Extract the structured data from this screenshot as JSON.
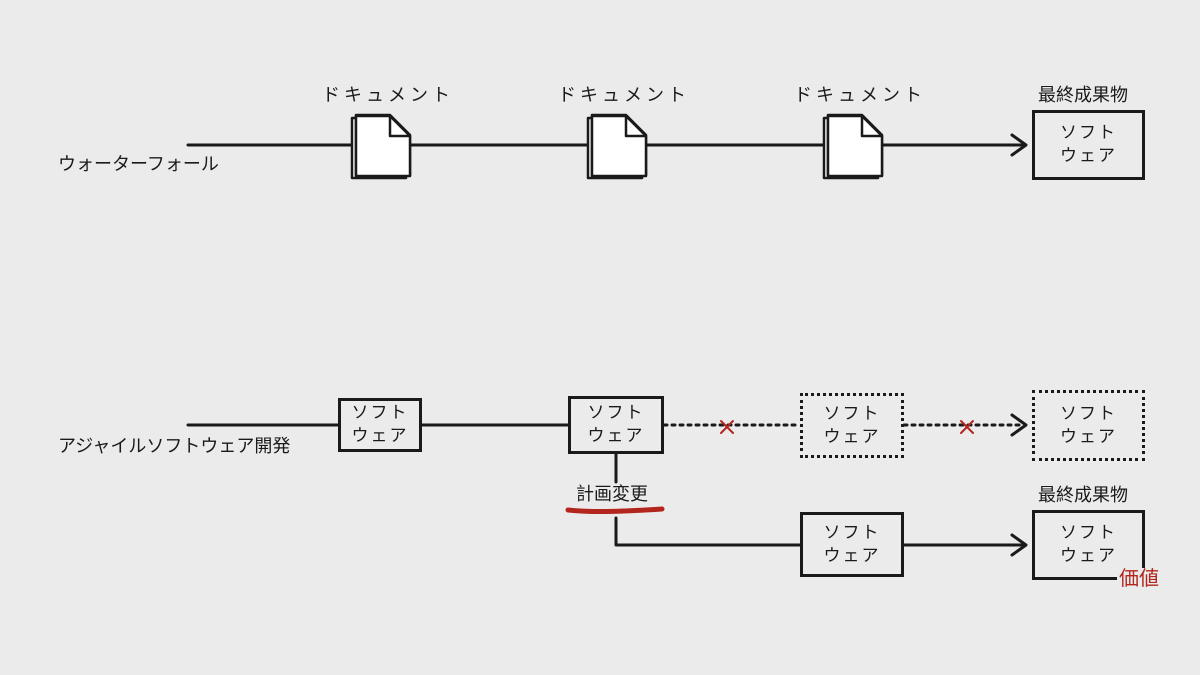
{
  "colors": {
    "background": "#ebebeb",
    "ink": "#1a1a1a",
    "accent": "#b3261e"
  },
  "waterfall": {
    "label": "ウォーターフォール",
    "doc_label": "ドキュメント",
    "final_label": "最終成果物",
    "software_line1": "ソフト",
    "software_line2": "ウェア"
  },
  "agile": {
    "label": "アジャイルソフトウェア開発",
    "software_line1": "ソフト",
    "software_line2": "ウェア",
    "plan_change": "計画変更",
    "final_label": "最終成果物",
    "value_label": "価値",
    "cross_mark": "×"
  },
  "icons": [
    "document-stack-icon",
    "arrow-head-icon",
    "cross-mark-icon",
    "underline-stroke"
  ]
}
